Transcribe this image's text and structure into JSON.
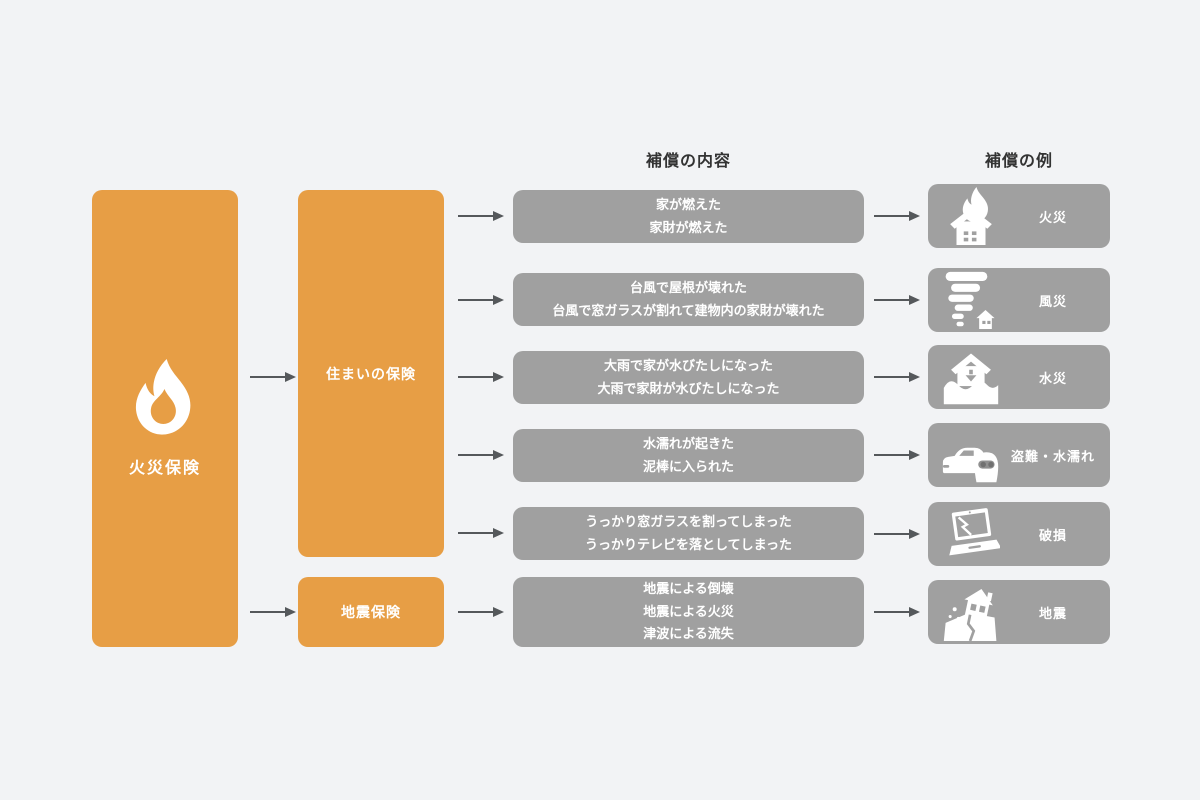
{
  "colors": {
    "background": "#F2F3F5",
    "orange": "#E79E45",
    "box_gray": "#A0A0A0",
    "arrow_gray": "#55585B",
    "heading_text": "#333333",
    "box_text": "#FFFFFF"
  },
  "root": {
    "label": "火災保険",
    "icon": "flame-icon"
  },
  "branches": {
    "home": {
      "label": "住まいの保険"
    },
    "quake": {
      "label": "地震保険"
    }
  },
  "headers": {
    "coverage": "補償の内容",
    "examples": "補償の例"
  },
  "rows": [
    {
      "coverage": "家が燃えた\n家財が燃えた",
      "example_label": "火災",
      "example_icon": "burning-house-icon"
    },
    {
      "coverage": "台風で屋根が壊れた\n台風で窓ガラスが割れて建物内の家財が壊れた",
      "example_label": "風災",
      "example_icon": "tornado-icon"
    },
    {
      "coverage": "大雨で家が水びたしになった\n大雨で家財が水びたしになった",
      "example_label": "水災",
      "example_icon": "flooded-house-icon"
    },
    {
      "coverage": "水濡れが起きた\n泥棒に入られた",
      "example_label": "盗難・水濡れ",
      "example_icon": "thief-car-icon"
    },
    {
      "coverage": "うっかり窓ガラスを割ってしまった\nうっかりテレビを落としてしまった",
      "example_label": "破損",
      "example_icon": "broken-laptop-icon"
    },
    {
      "coverage": "地震による倒壊\n地震による火災\n津波による流失",
      "example_label": "地震",
      "example_icon": "earthquake-house-icon"
    }
  ]
}
